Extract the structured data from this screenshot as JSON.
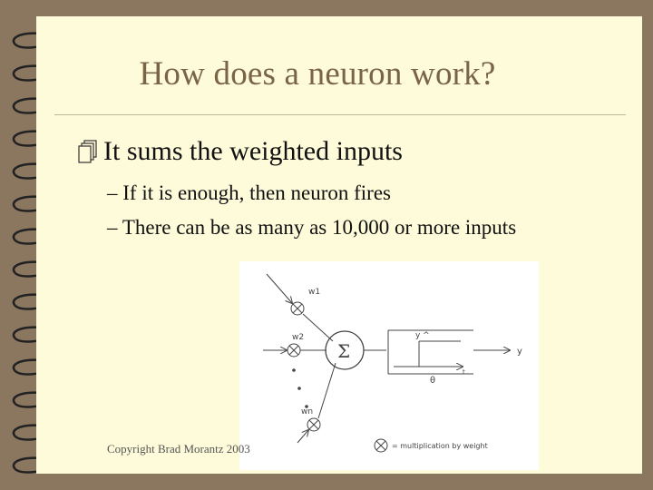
{
  "slide": {
    "title": "How does a neuron work?",
    "bullet": "It sums the weighted inputs",
    "subbullets": [
      "– If it is enough, then neuron fires",
      "– There can be as many as 10,000 or more inputs"
    ],
    "footer": "Copyright Brad Morantz 2003"
  },
  "figure": {
    "weights": [
      "w1",
      "w2",
      "wn"
    ],
    "sum_symbol": "Σ",
    "step_label": "y ^",
    "theta": "θ",
    "t_label": "t",
    "output_label": "y",
    "legend": "= multiplication by weight"
  },
  "colors": {
    "background": "#8B7660",
    "page": "#FDFBD9",
    "title": "#7A6446"
  }
}
